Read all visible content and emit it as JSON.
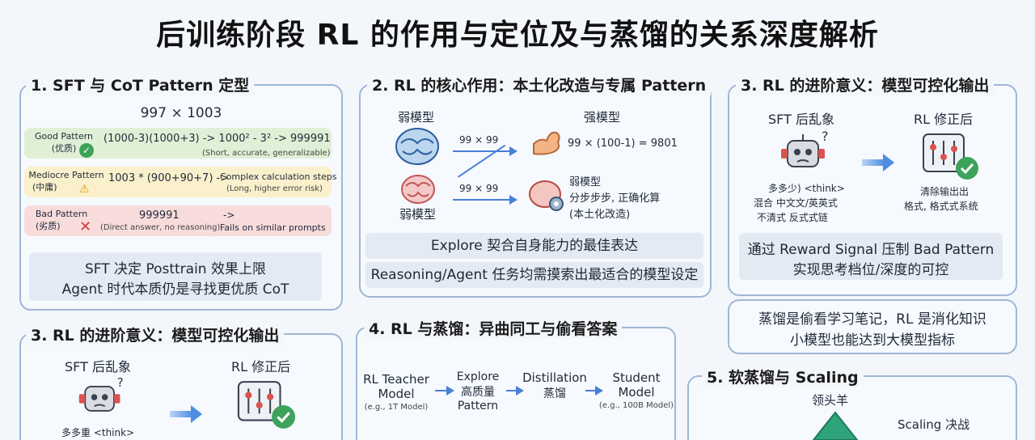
{
  "title": "后训练阶段 RL 的作用与定位及与蒸馏的关系深度解析",
  "p1": {
    "title": "1. SFT 与 CoT Pattern 定型",
    "problem": "997 × 1003",
    "good_label": "Good Pattern",
    "good_cn": "(优质)",
    "good_expr": "(1000-3)(1000+3) -> 1000² - 3² -> 999991",
    "good_note": "(Short, accurate, generalizable)",
    "mid_label": "Mediocre Pattern",
    "mid_cn": "(中庸)",
    "mid_expr": "1003 * (900+90+7) ->",
    "mid_res": "Complex calculation steps",
    "mid_note": "(Long, higher error risk)",
    "bad_label": "Bad Pattern",
    "bad_cn": "(劣质)",
    "bad_expr": "999991",
    "bad_arrow": "->",
    "bad_note": "(Direct answer, no reasoning)",
    "bad_res": "Fails on similar prompts",
    "summary1": "SFT 决定 Posttrain 效果上限",
    "summary2": "Agent 时代本质仍是寻找更优质 CoT"
  },
  "p2": {
    "title": "2. RL 的核心作用：本土化改造与专属 Pattern",
    "weak_top": "弱模型",
    "strong": "强模型",
    "q1": "99 × 99",
    "a1": "99 × (100-1) = 9801",
    "q2": "99 × 99",
    "weak_bottom": "弱模型",
    "weak_r1": "弱模型",
    "weak_r2": "分步步步, 正确化算",
    "weak_r3": "(本土化改造)",
    "box1": "Explore 契合自身能力的最佳表达",
    "box2": "Reasoning/Agent 任务均需摸索出最适合的模型设定"
  },
  "p3": {
    "title": "3. RL 的进阶意义：模型可控化输出",
    "left_label": "SFT 后乱象",
    "right_label": "RL 修正后",
    "l1": "多多少) <think>",
    "l2": "混合 中文文/英英式",
    "l3": "不清式 反式式链",
    "r1": "清除输出出",
    "r2": "格式, 格式式系统",
    "box1": "通过 Reward Signal 压制 Bad Pattern",
    "box2": "实现思考档位/深度的可控"
  },
  "note": {
    "line1": "蒸馏是偷看学习笔记，RL 是消化知识",
    "line2": "小模型也能达到大模型指标"
  },
  "p3b": {
    "title": "3. RL 的进阶意义：模型可控化输出",
    "left_label": "SFT 后乱象",
    "right_label": "RL 修正后",
    "l1": "多多重 <think>"
  },
  "p4": {
    "title": "4. RL 与蒸馏：异曲同工与偷看答案",
    "teacher1": "RL Teacher",
    "teacher2": "Model",
    "teacher_note": "(e.g., 1T Model)",
    "explore1": "Explore",
    "explore2": "高质量",
    "explore3": "Pattern",
    "distill1": "Distillation",
    "distill2": "蒸馏",
    "student1": "Student",
    "student2": "Model",
    "student_note": "(e.g., 100B Model)"
  },
  "p5": {
    "title": "5. 软蒸馏与 Scaling",
    "leader": "领头羊",
    "scaling": "Scaling 决战"
  },
  "colors": {
    "good": "#dff0d6",
    "mediocre": "#fbf0cc",
    "bad": "#f8dcdc",
    "accent": "#4a7fd6",
    "panel_border": "#9fb7d6"
  }
}
